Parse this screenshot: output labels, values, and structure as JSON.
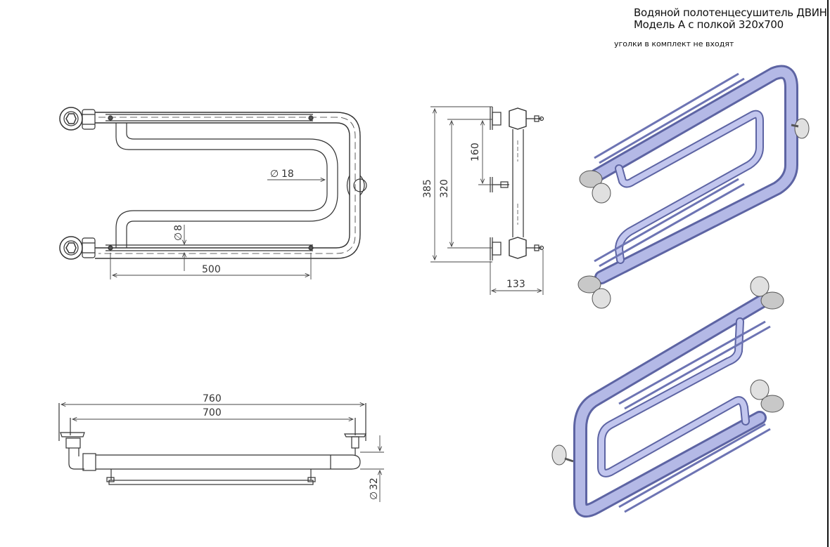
{
  "title": {
    "line1": "Водяной полотенцесушитель ДВИН",
    "line2": "Модель А с полкой 320х700"
  },
  "note": "уголки в комплект не входят",
  "dimensions": {
    "d18": "18",
    "d8": "8",
    "w500": "500",
    "h385": "385",
    "h320": "320",
    "h160": "160",
    "d133": "133",
    "w760": "760",
    "w700": "700",
    "d32": "32"
  },
  "symbols": {
    "diameter": "∅"
  },
  "colors": {
    "line": "#333333",
    "pipe3d": "#aab0e0",
    "pipe3d_dark": "#6d74b3",
    "fitting": "#c8c8c8"
  }
}
